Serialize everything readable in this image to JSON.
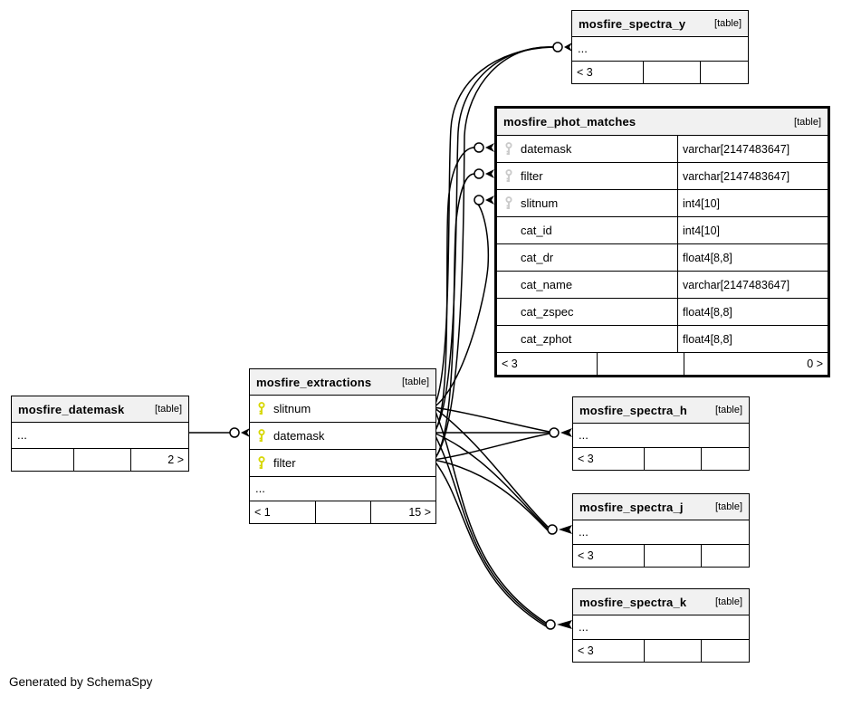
{
  "footer_note": "Generated by SchemaSpy",
  "colors": {
    "primary_key_icon": "#d6d600",
    "inherited_key_icon": "#c9c9c9",
    "header_bg": "#f1f1f1",
    "relation_line": "#000000"
  },
  "tables": {
    "datemask": {
      "name": "mosfire_datemask",
      "tag": "[table]",
      "ellipsis": "...",
      "footer": [
        "",
        "",
        "2 >"
      ]
    },
    "extractions": {
      "name": "mosfire_extractions",
      "tag": "[table]",
      "columns": [
        {
          "name": "slitnum",
          "key": true
        },
        {
          "name": "datemask",
          "key": true
        },
        {
          "name": "filter",
          "key": true
        }
      ],
      "ellipsis": "...",
      "footer": [
        "< 1",
        "",
        "15 >"
      ]
    },
    "phot_matches": {
      "name": "mosfire_phot_matches",
      "tag": "[table]",
      "columns": [
        {
          "name": "datemask",
          "type": "varchar[2147483647]",
          "key": true
        },
        {
          "name": "filter",
          "type": "varchar[2147483647]",
          "key": true
        },
        {
          "name": "slitnum",
          "type": "int4[10]",
          "key": true
        },
        {
          "name": "cat_id",
          "type": "int4[10]",
          "key": false
        },
        {
          "name": "cat_dr",
          "type": "float4[8,8]",
          "key": false
        },
        {
          "name": "cat_name",
          "type": "varchar[2147483647]",
          "key": false
        },
        {
          "name": "cat_zspec",
          "type": "float4[8,8]",
          "key": false
        },
        {
          "name": "cat_zphot",
          "type": "float4[8,8]",
          "key": false
        }
      ],
      "footer": [
        "< 3",
        "",
        "0 >"
      ]
    },
    "spectra_y": {
      "name": "mosfire_spectra_y",
      "tag": "[table]",
      "ellipsis": "...",
      "footer": [
        "< 3",
        "",
        ""
      ]
    },
    "spectra_h": {
      "name": "mosfire_spectra_h",
      "tag": "[table]",
      "ellipsis": "...",
      "footer": [
        "< 3",
        "",
        ""
      ]
    },
    "spectra_j": {
      "name": "mosfire_spectra_j",
      "tag": "[table]",
      "ellipsis": "...",
      "footer": [
        "< 3",
        "",
        ""
      ]
    },
    "spectra_k": {
      "name": "mosfire_spectra_k",
      "tag": "[table]",
      "ellipsis": "...",
      "footer": [
        "< 3",
        "",
        ""
      ]
    }
  }
}
